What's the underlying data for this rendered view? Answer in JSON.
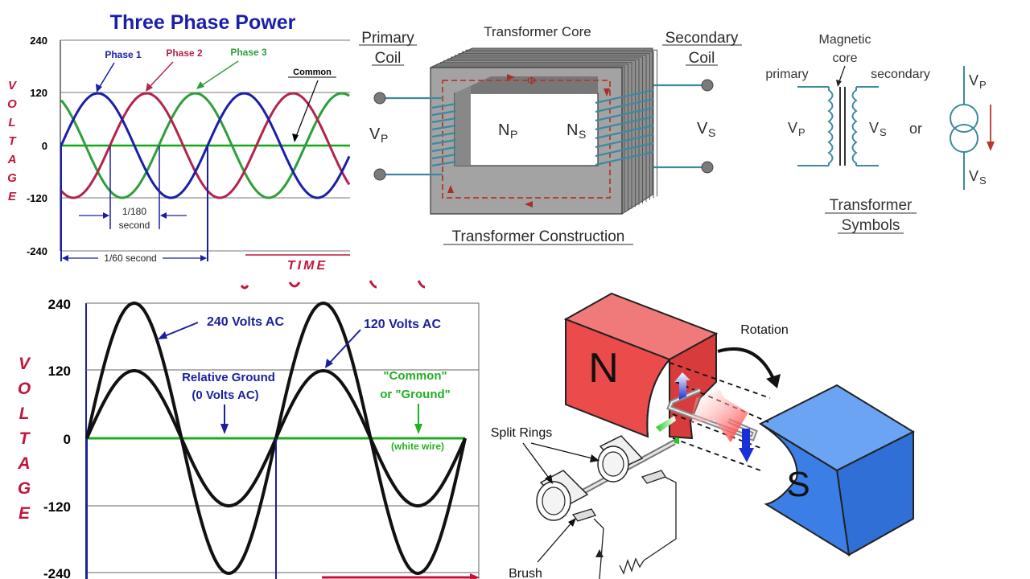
{
  "three_phase": {
    "title": "Three Phase Power",
    "ylabel_letters": [
      "V",
      "O",
      "L",
      "T",
      "A",
      "G",
      "E"
    ],
    "xlabel": "TIME",
    "y_ticks": [
      "240",
      "120",
      "0",
      "-120",
      "-240"
    ],
    "legend": {
      "phase1": "Phase 1",
      "phase2": "Phase 2",
      "phase3": "Phase 3",
      "common": "Common"
    },
    "annot_180_line1": "1/180",
    "annot_180_line2": "second",
    "annot_60": "1/60 second",
    "colors": {
      "phase1": "#1b1fa8",
      "phase2": "#b3244a",
      "phase3": "#2e9e3a",
      "common": "#12a812",
      "axis": "#000000",
      "label": "#c0163c"
    }
  },
  "transformer": {
    "primary_line1": "Primary",
    "primary_line2": "Coil",
    "core_label": "Transformer Core",
    "secondary_line1": "Secondary",
    "secondary_line2": "Coil",
    "vp_main": "V",
    "vp_sub": "P",
    "np_main": "N",
    "np_sub": "P",
    "ns_main": "N",
    "ns_sub": "S",
    "vs_main": "V",
    "vs_sub": "S",
    "phi": "Φ",
    "caption": "Transformer Construction"
  },
  "symbols": {
    "magnetic_line1": "Magnetic",
    "magnetic_line2": "core",
    "primary": "primary",
    "secondary": "secondary",
    "vp_main": "V",
    "vp_sub": "P",
    "vs_main": "V",
    "vs_sub": "S",
    "or": "or",
    "right_vp_main": "V",
    "right_vp_sub": "P",
    "right_vs_main": "V",
    "right_vs_sub": "S",
    "caption_line1": "Transformer",
    "caption_line2": "Symbols"
  },
  "split_phase": {
    "ylabel_letters": [
      "V",
      "O",
      "L",
      "T",
      "A",
      "G",
      "E"
    ],
    "y_ticks": [
      "240",
      "120",
      "0",
      "-120",
      "-240"
    ],
    "label_240": "240 Volts AC",
    "label_120": "120 Volts AC",
    "relative_ground_line1": "Relative Ground",
    "relative_ground_line2": "(0 Volts AC)",
    "common_line1": "\"Common\"",
    "common_line2": "or \"Ground\"",
    "white_wire": "(white wire)",
    "colors": {
      "curve": "#111111",
      "ground": "#22aa22",
      "annot_blue": "#1b1f9e",
      "annot_green": "#22b022",
      "label": "#c0163c"
    }
  },
  "generator": {
    "n_label": "N",
    "s_label": "S",
    "rotation": "Rotation",
    "split_rings": "Split Rings",
    "brush": "Brush",
    "colors": {
      "north": "#ec4b4b",
      "south": "#3b7fe6"
    }
  }
}
